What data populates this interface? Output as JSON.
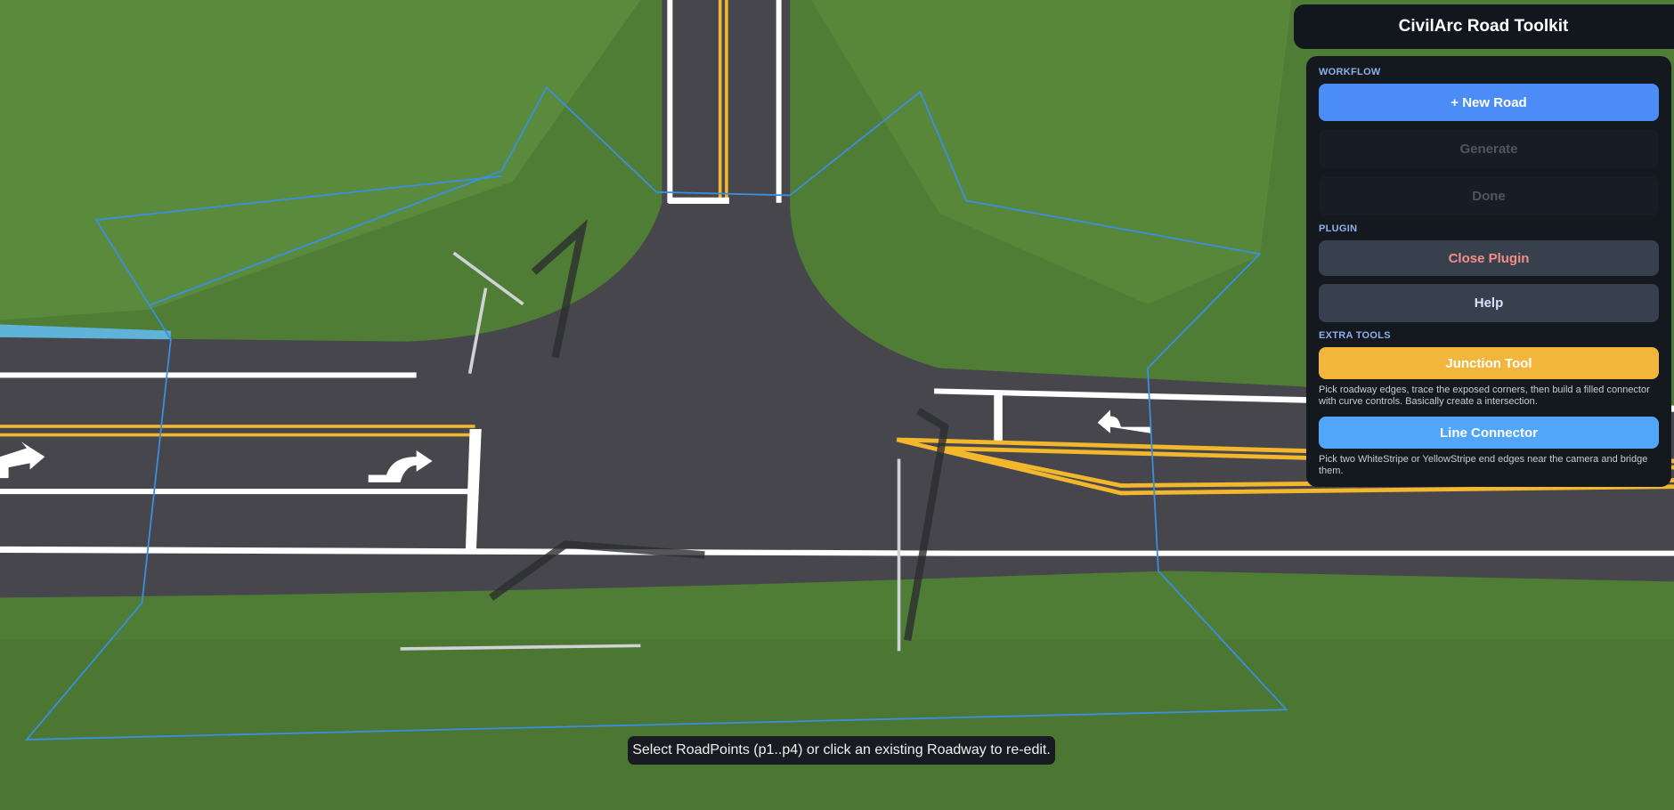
{
  "panel": {
    "title": "CivilArc Road Toolkit",
    "sections": {
      "workflow": "WORKFLOW",
      "plugin": "PLUGIN",
      "extra_tools": "EXTRA TOOLS"
    },
    "buttons": {
      "new_road": "+ New Road",
      "generate": "Generate",
      "done": "Done",
      "close_plugin": "Close Plugin",
      "help": "Help",
      "junction_tool": "Junction Tool",
      "line_connector": "Line Connector"
    },
    "descriptions": {
      "junction_tool": "Pick roadway edges, trace the exposed corners, then build a filled connector with curve controls. Basically create a intersection.",
      "line_connector": "Pick two WhiteStripe or YellowStripe end edges near the camera and bridge them."
    }
  },
  "status": {
    "message": "Select RoadPoints (p1..p4) or click an existing Roadway to re-edit."
  },
  "colors": {
    "grass": "#4f7d35",
    "asphalt": "#46464c",
    "accent_blue": "#4b8cf7",
    "accent_yellow": "#f2b63d",
    "close_red": "#f58e86"
  }
}
